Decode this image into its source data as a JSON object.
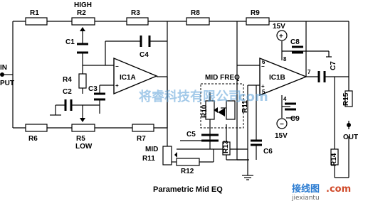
{
  "labels": {
    "r1": "R1",
    "r2": "R2",
    "r3": "R3",
    "r4": "R4",
    "r5": "R5",
    "r6": "R6",
    "r7": "R7",
    "r8": "R8",
    "r9": "R9",
    "r10": "R10",
    "r11": "R11",
    "r12": "R12",
    "r13": "R13",
    "r14": "R14",
    "r15": "R15",
    "c1": "C1",
    "c2": "C2",
    "c3": "C3",
    "c4": "C4",
    "c5": "C5",
    "c6": "C6",
    "c7": "C7",
    "c8": "C8",
    "c9": "C9",
    "ic1a": "IC1A",
    "ic1b": "IC1B",
    "high": "HIGH",
    "low": "LOW",
    "mid": "MID",
    "mid_freq": "MID FREQ",
    "in": "IN",
    "put": "PUT",
    "out": "OUT",
    "v_pos": "15V",
    "v_neg": "15V",
    "pin6": "6",
    "pin5": "5",
    "pin7": "7",
    "pin8": "8",
    "pin4": "4",
    "title": "Parametric Mid EQ"
  },
  "watermark": {
    "cn_main": "将睿科技有限公司",
    "url_partial": "com",
    "site_cn": "接线图",
    "site_com": ".com",
    "site_url": "jiexiantu"
  }
}
